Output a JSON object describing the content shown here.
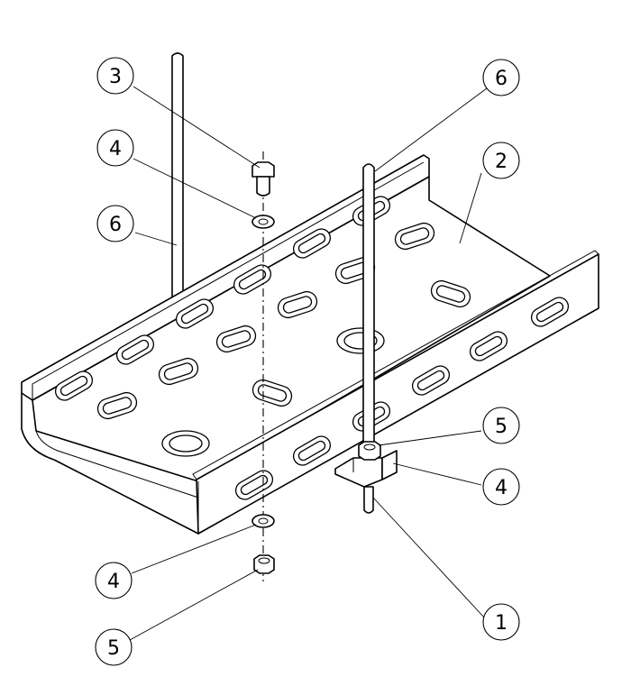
{
  "diagram": {
    "callouts": [
      {
        "id": "c3",
        "label": "3"
      },
      {
        "id": "c4a",
        "label": "4"
      },
      {
        "id": "c6a",
        "label": "6"
      },
      {
        "id": "c6b",
        "label": "6"
      },
      {
        "id": "c2",
        "label": "2"
      },
      {
        "id": "c5a",
        "label": "5"
      },
      {
        "id": "c4b",
        "label": "4"
      },
      {
        "id": "c1",
        "label": "1"
      },
      {
        "id": "c4c",
        "label": "4"
      },
      {
        "id": "c5b",
        "label": "5"
      }
    ]
  }
}
